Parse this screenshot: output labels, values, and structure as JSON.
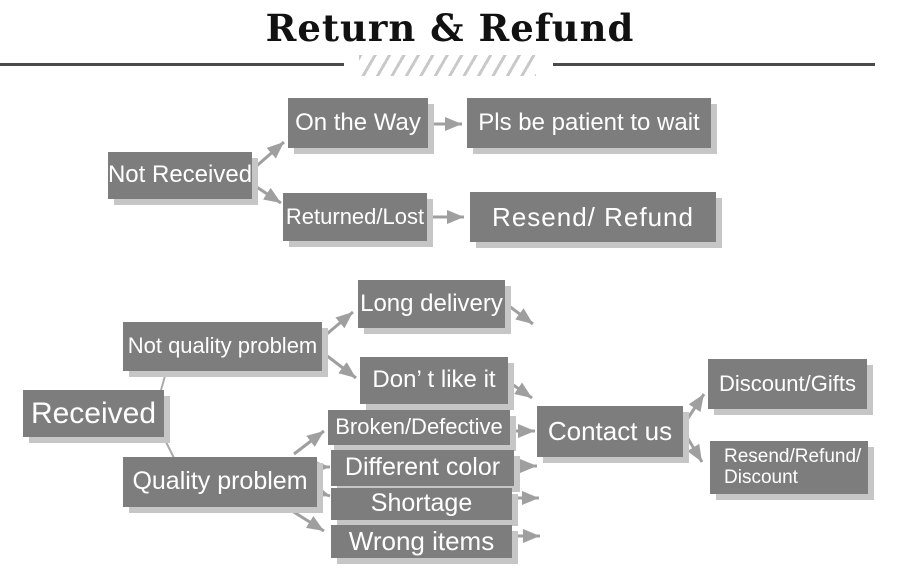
{
  "title": "Return & Refund",
  "colors": {
    "node_fill": "#7d7d7d",
    "node_text": "#ffffff",
    "node_shadow": "#c6c6c6",
    "arrow": "#9f9f9f",
    "rule": "#4b4b4b",
    "hatch": "#c9c9c9",
    "background": "#ffffff"
  },
  "nodes": {
    "not_received": "Not Received",
    "on_the_way": "On the Way",
    "pls_be_patient": "Pls be patient to wait",
    "returned_lost": "Returned/Lost",
    "resend_refund": "Resend/ Refund",
    "received": "Received",
    "not_quality_problem": "Not quality problem",
    "long_delivery": "Long delivery",
    "dont_like_it": "Don’ t like it",
    "quality_problem": "Quality problem",
    "broken_defective": "Broken/Defective",
    "different_color": "Different color",
    "shortage": "Shortage",
    "wrong_items": "Wrong items",
    "contact_us": "Contact us",
    "discount_gifts": "Discount/Gifts",
    "resend_refund_discount_line1": "Resend/Refund/",
    "resend_refund_discount_line2": "Discount"
  },
  "edges": [
    {
      "from": "not_received",
      "to": "on_the_way"
    },
    {
      "from": "not_received",
      "to": "returned_lost"
    },
    {
      "from": "on_the_way",
      "to": "pls_be_patient"
    },
    {
      "from": "returned_lost",
      "to": "resend_refund"
    },
    {
      "from": "received",
      "to": "not_quality_problem"
    },
    {
      "from": "received",
      "to": "quality_problem"
    },
    {
      "from": "not_quality_problem",
      "to": "long_delivery"
    },
    {
      "from": "not_quality_problem",
      "to": "dont_like_it"
    },
    {
      "from": "long_delivery",
      "to": null
    },
    {
      "from": "dont_like_it",
      "to": "contact_us"
    },
    {
      "from": "quality_problem",
      "to": "broken_defective"
    },
    {
      "from": "quality_problem",
      "to": "different_color"
    },
    {
      "from": "quality_problem",
      "to": "shortage"
    },
    {
      "from": "quality_problem",
      "to": "wrong_items"
    },
    {
      "from": "broken_defective",
      "to": "contact_us"
    },
    {
      "from": "different_color",
      "to": "contact_us"
    },
    {
      "from": "shortage",
      "to": "contact_us"
    },
    {
      "from": "wrong_items",
      "to": "contact_us"
    },
    {
      "from": "contact_us",
      "to": "discount_gifts"
    },
    {
      "from": "contact_us",
      "to": "resend_refund_discount"
    }
  ]
}
